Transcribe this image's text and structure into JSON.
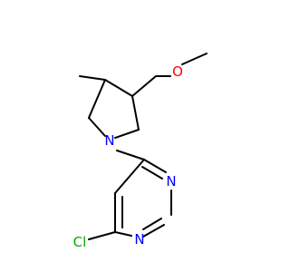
{
  "molecule": {
    "atoms": {
      "O": "O",
      "N_pyrrolidine": "N",
      "N_pyrimidine_upper": "N",
      "N_pyrimidine_lower": "N",
      "Cl": "Cl"
    },
    "colors": {
      "bond": "#000000",
      "oxygen": "#ff0000",
      "nitrogen": "#0000ff",
      "chlorine": "#00aa00"
    }
  }
}
